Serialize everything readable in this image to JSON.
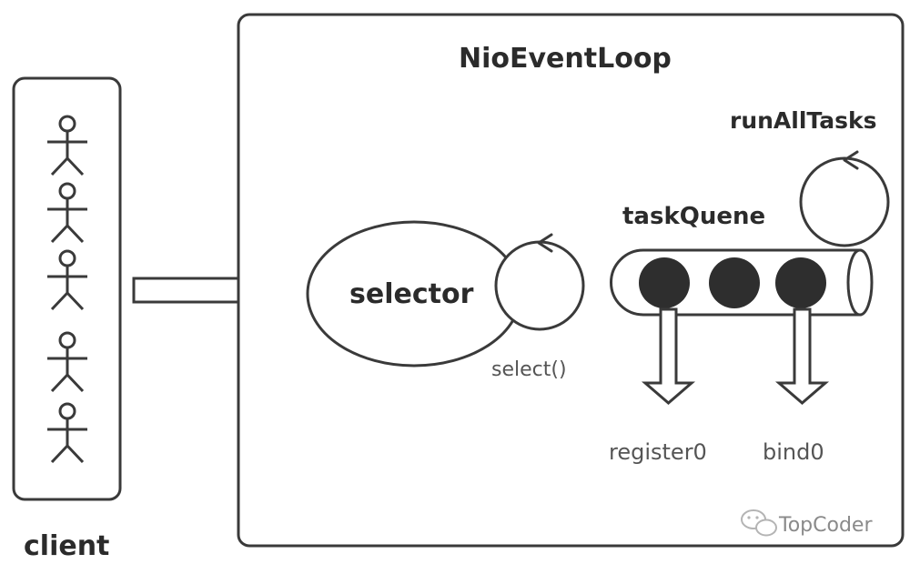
{
  "diagram": {
    "event_loop_title": "NioEventLoop",
    "run_all_tasks_label": "runAllTasks",
    "task_queue_label": "taskQuene",
    "selector_label": "selector",
    "select_label": "select()",
    "register_label": "register0",
    "bind_label": "bind0",
    "client_label": "client",
    "watermark": "TopCoder",
    "client_actor_count": 5,
    "queued_task_count": 3
  }
}
